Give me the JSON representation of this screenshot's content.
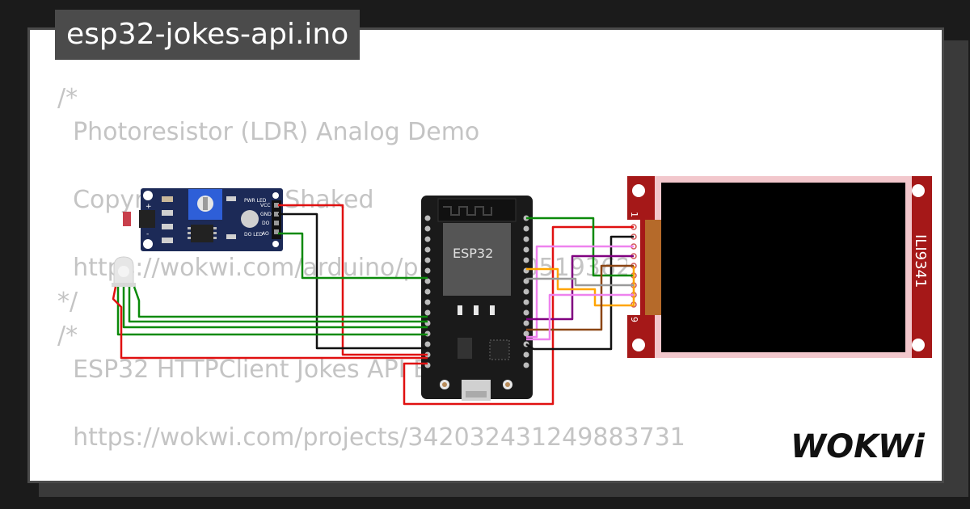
{
  "title": "esp32-jokes-api.ino",
  "code_lines": [
    "/*",
    "  Photoresistor (LDR) Analog Demo",
    "",
    "  Copyright (C) Uri Shaked",
    "",
    "  https://wokwi.com/arduino/projects/305193627",
    "*/",
    "/*",
    "  ESP32 HTTPClient Jokes API Example",
    "",
    "  https://wokwi.com/projects/342032431249883731"
  ],
  "components": {
    "esp32_label": "ESP32",
    "display_label": "ILI9341",
    "display_pin_first": "1",
    "display_pin_last": "9",
    "ldr_pins": [
      "VCC",
      "GND",
      "DO",
      "AO"
    ],
    "ldr_pwr_led": "PWR LED",
    "ldr_do_led": "DO LED",
    "ldr_plus": "+",
    "ldr_minus": "-"
  },
  "logo": "WOKWi",
  "colors": {
    "background": "#1b1b1b",
    "card": "#ffffff",
    "title_bg": "#4b4b4b",
    "code_text": "#c4c4c4",
    "ldr_board": "#1c2a57",
    "esp32_board": "#1a1a1a",
    "display_pcb": "#a51818",
    "wire_red": "#e01010",
    "wire_green": "#0a8a0a",
    "wire_black": "#111111",
    "wire_pink": "#ee82ee",
    "wire_purple": "#800080",
    "wire_orange": "#ffa500",
    "wire_brown": "#8b4513",
    "wire_gray": "#9a9a9a"
  }
}
